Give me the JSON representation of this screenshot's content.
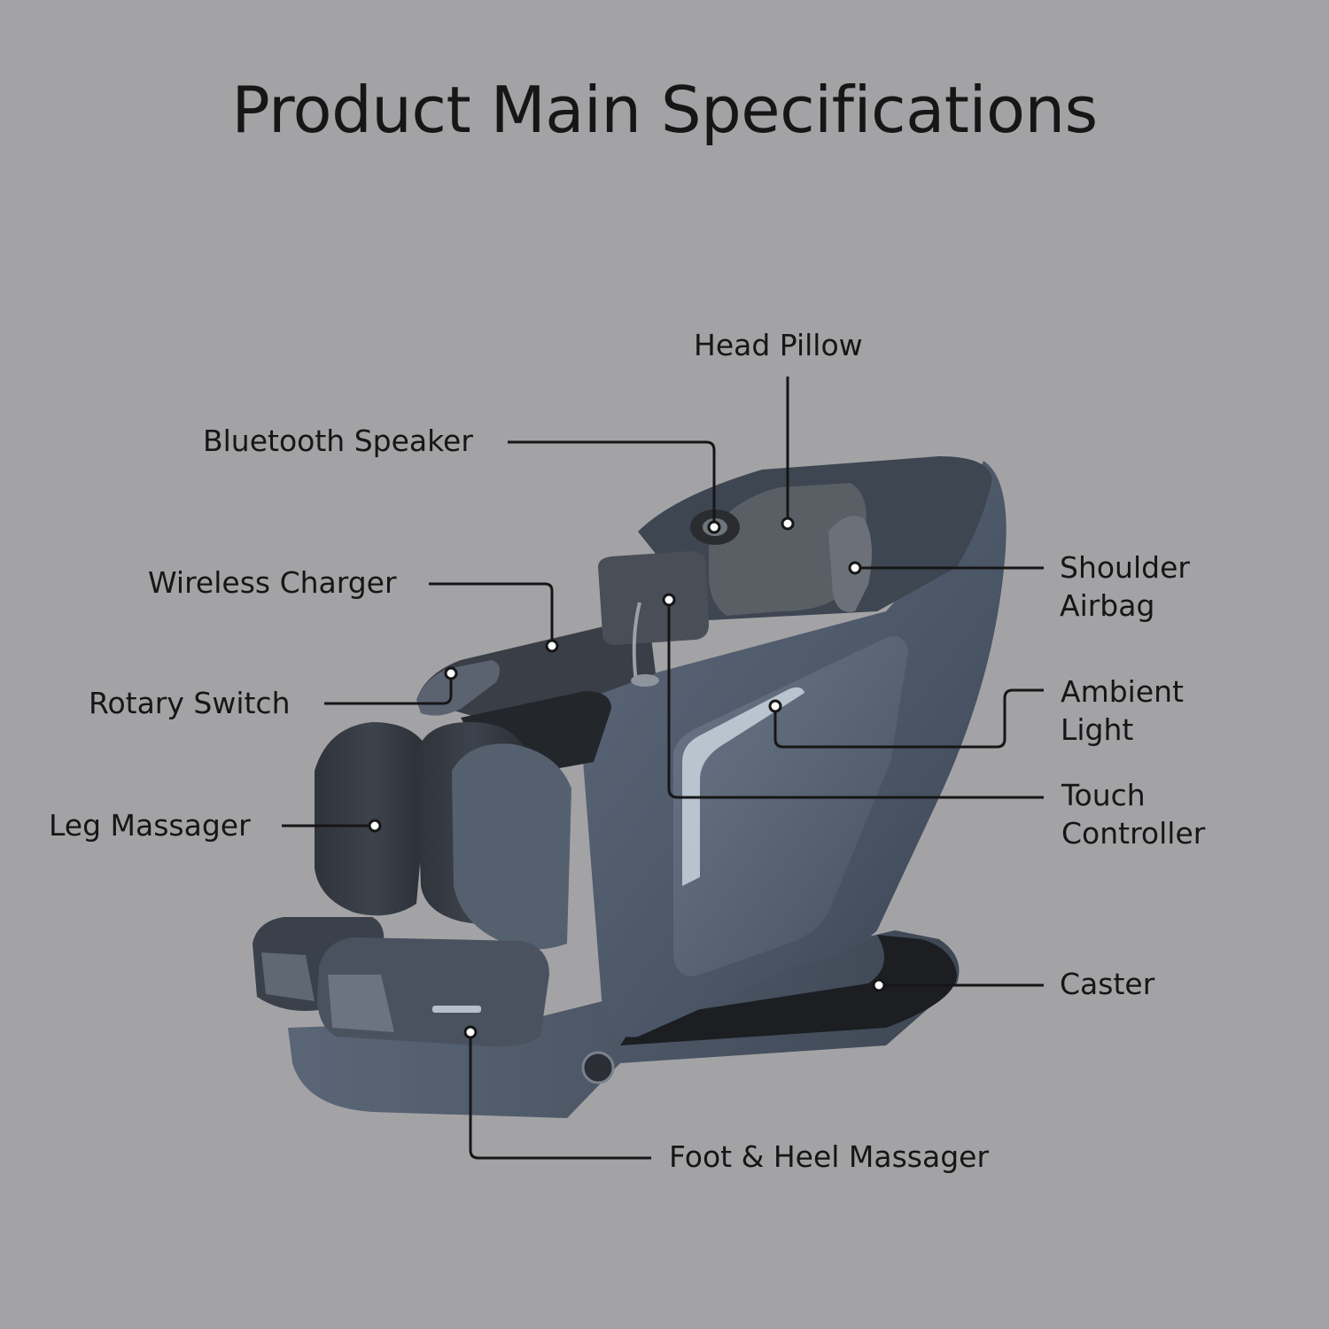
{
  "title": "Product Main Specifications",
  "colors": {
    "background": "#a3a3a5",
    "text": "#161616",
    "chair_body": "#4d5868",
    "chair_dark": "#2b2f36",
    "accent_light": "#c9d3dd"
  },
  "callouts": {
    "head_pillow": {
      "lines": [
        "Head Pillow"
      ]
    },
    "bluetooth_speaker": {
      "lines": [
        "Bluetooth Speaker"
      ]
    },
    "wireless_charger": {
      "lines": [
        "Wireless Charger"
      ]
    },
    "rotary_switch": {
      "lines": [
        "Rotary Switch"
      ]
    },
    "leg_massager": {
      "lines": [
        "Leg Massager"
      ]
    },
    "shoulder_airbag": {
      "lines": [
        "Shoulder",
        "Airbag"
      ]
    },
    "ambient_light": {
      "lines": [
        "Ambient",
        "Light"
      ]
    },
    "touch_controller": {
      "lines": [
        "Touch",
        "Controller"
      ]
    },
    "caster": {
      "lines": [
        "Caster"
      ]
    },
    "foot_heel_massager": {
      "lines": [
        "Foot & Heel Massager"
      ]
    }
  }
}
